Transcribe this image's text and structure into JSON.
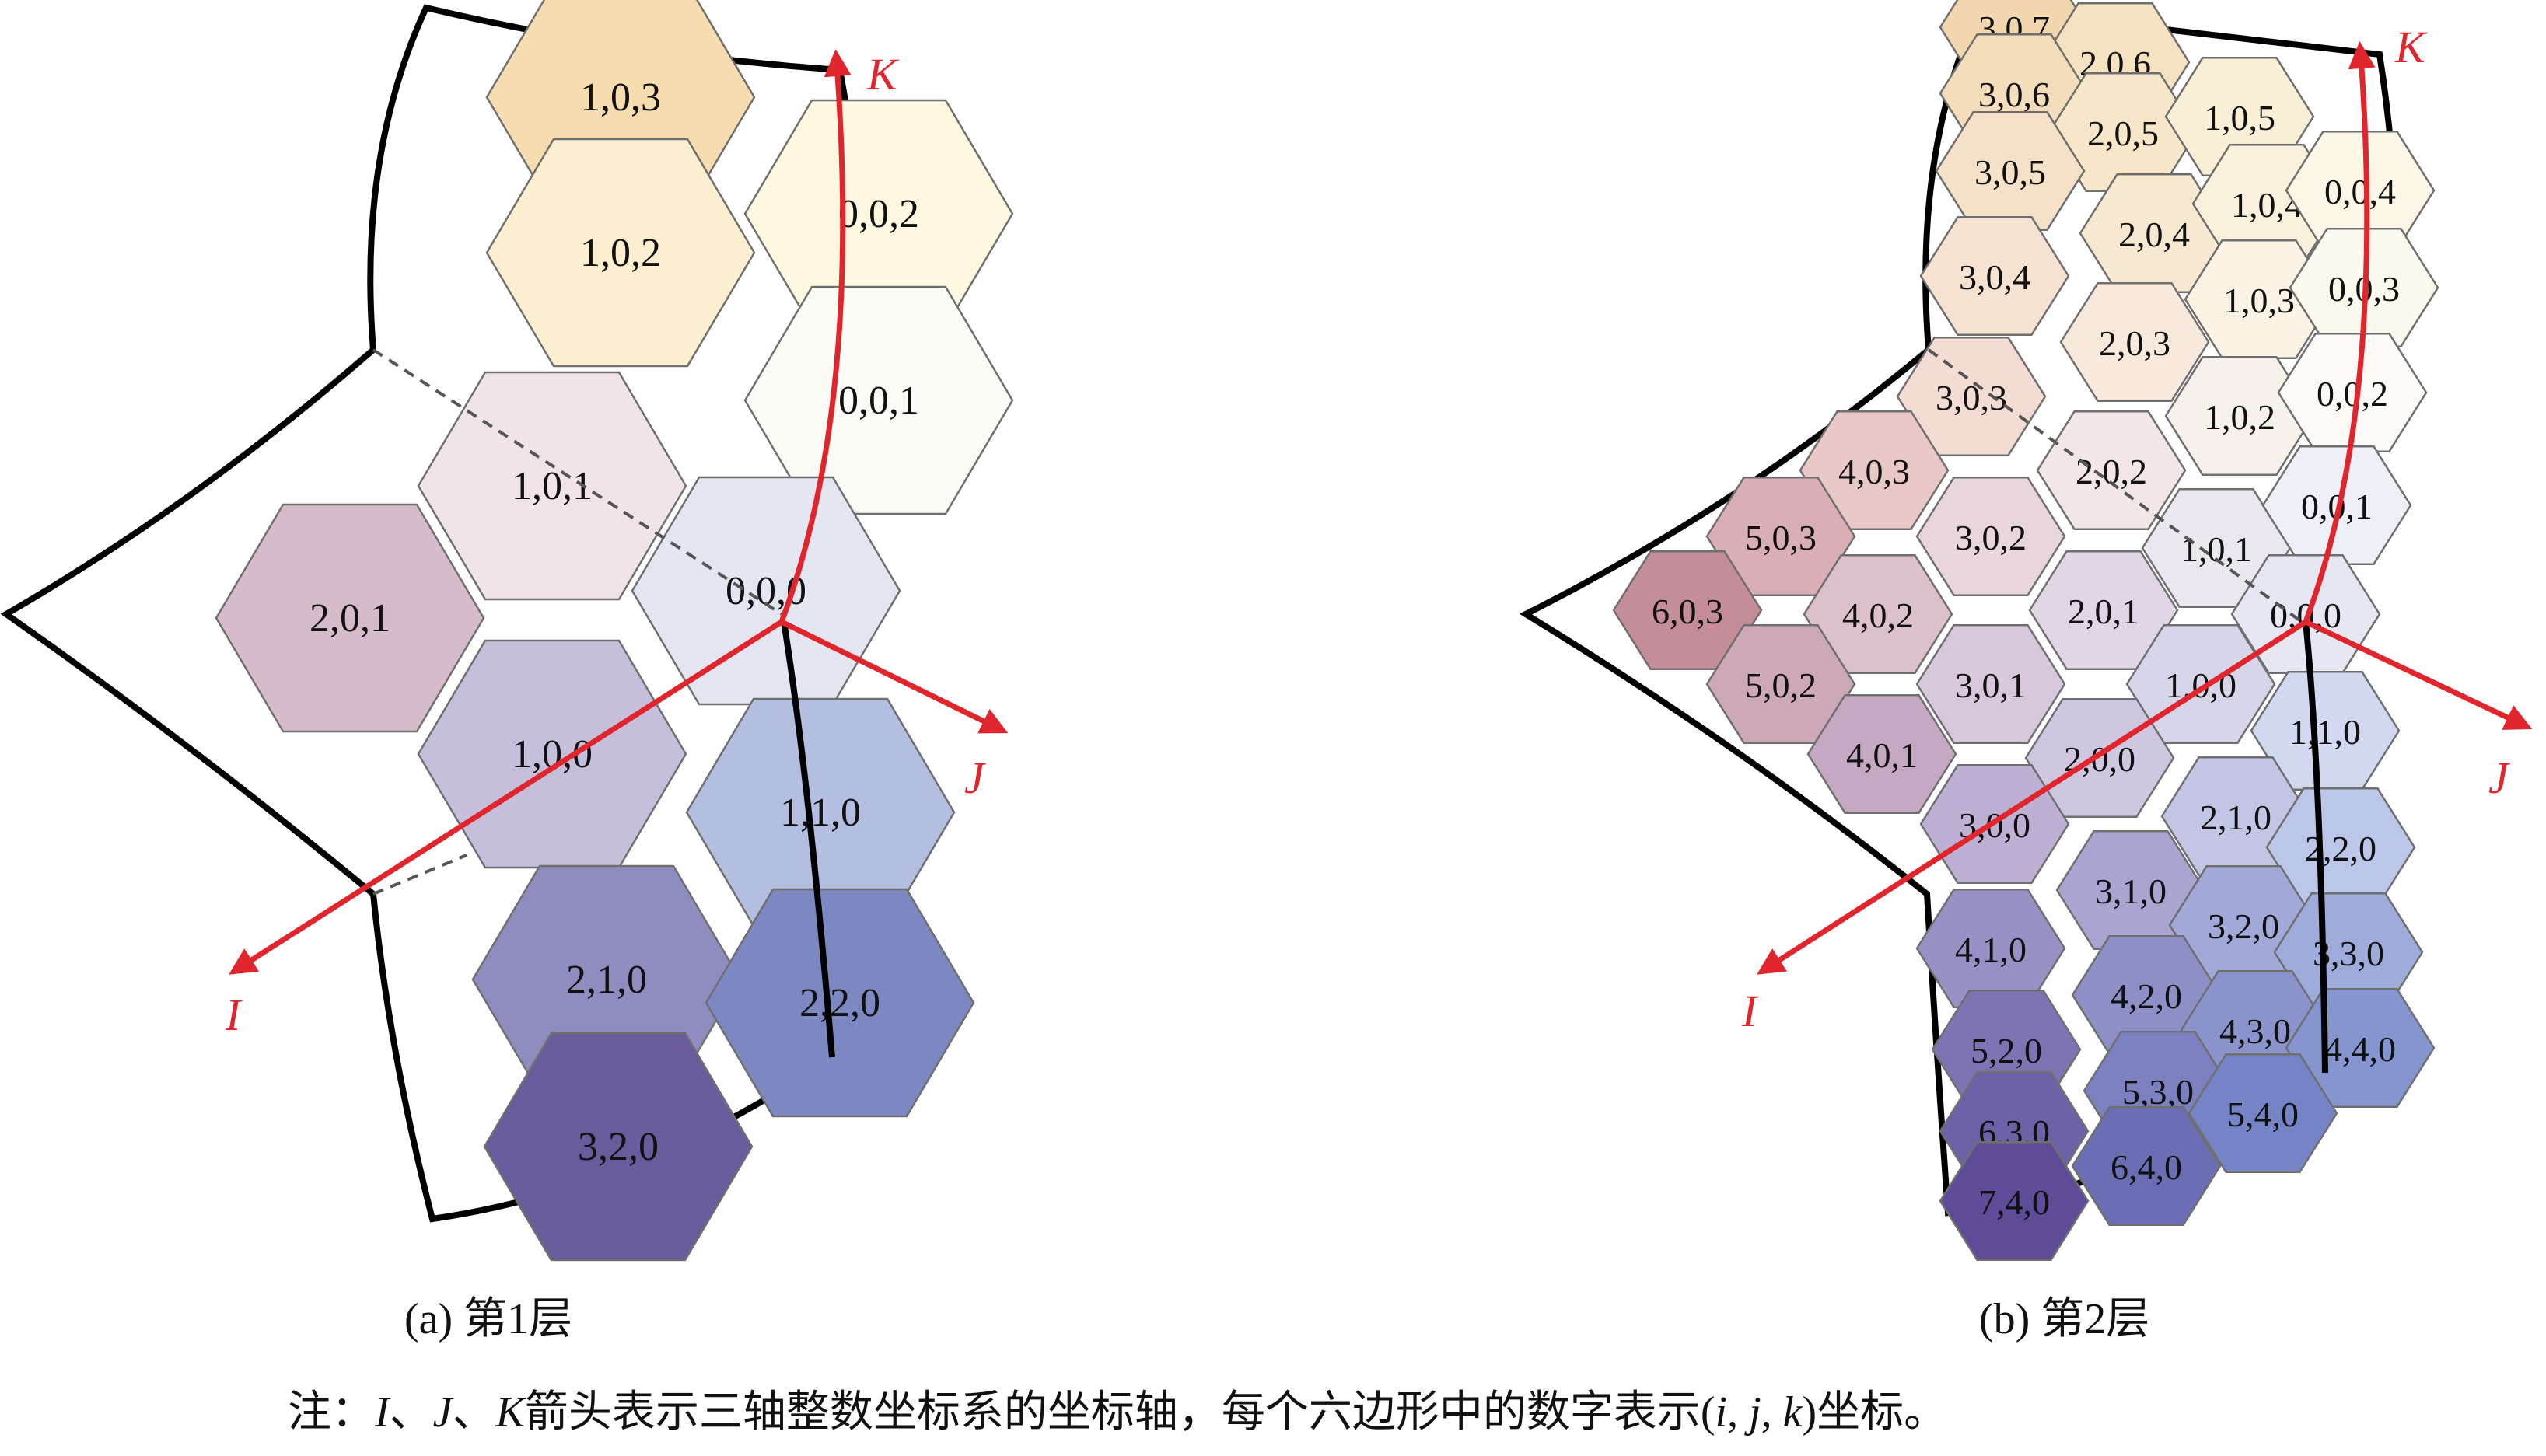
{
  "panels": [
    {
      "caption": "(a) 第1层",
      "axes": {
        "I": "I",
        "J": "J",
        "K": "K"
      },
      "hexagons": [
        {
          "label": "1,0,3",
          "color": "#f6ddb0"
        },
        {
          "label": "1,0,2",
          "color": "#fbefd0"
        },
        {
          "label": "0,0,2",
          "color": "#fdf8df"
        },
        {
          "label": "0,0,1",
          "color": "#fbfbf6"
        },
        {
          "label": "1,0,1",
          "color": "#f1e4e8"
        },
        {
          "label": "2,0,1",
          "color": "#d6bccb"
        },
        {
          "label": "0,0,0",
          "color": "#e3e5f1"
        },
        {
          "label": "1,0,0",
          "color": "#c6bfdc"
        },
        {
          "label": "1,1,0",
          "color": "#b3bee0"
        },
        {
          "label": "2,1,0",
          "color": "#8f8cc0"
        },
        {
          "label": "2,2,0",
          "color": "#7b88c2"
        },
        {
          "label": "3,2,0",
          "color": "#6a5c9c"
        }
      ]
    },
    {
      "caption": "(b) 第2层",
      "axes": {
        "I": "I",
        "J": "J",
        "K": "K"
      },
      "hexagons": [
        {
          "label": "3,0,7",
          "color": "#f1d6ae"
        },
        {
          "label": "2,0,6",
          "color": "#f5e2c0"
        },
        {
          "label": "3,0,6",
          "color": "#f3ddba"
        },
        {
          "label": "2,0,5",
          "color": "#f7e7c8"
        },
        {
          "label": "1,0,5",
          "color": "#f9efd6"
        },
        {
          "label": "3,0,5",
          "color": "#f5e1c8"
        },
        {
          "label": "2,0,4",
          "color": "#f7e8d2"
        },
        {
          "label": "1,0,4",
          "color": "#faf1dc"
        },
        {
          "label": "0,0,4",
          "color": "#fcf6e6"
        },
        {
          "label": "3,0,4",
          "color": "#f6e2d0"
        },
        {
          "label": "2,0,3",
          "color": "#f7eadc"
        },
        {
          "label": "1,0,3",
          "color": "#fbf4e6"
        },
        {
          "label": "0,0,3",
          "color": "#fcf9ef"
        },
        {
          "label": "3,0,3",
          "color": "#f2dcd3"
        },
        {
          "label": "1,0,2",
          "color": "#f7f1ec"
        },
        {
          "label": "0,0,2",
          "color": "#fbfaf6"
        },
        {
          "label": "4,0,3",
          "color": "#e9c9c8"
        },
        {
          "label": "2,0,2",
          "color": "#f2e6e6"
        },
        {
          "label": "5,0,3",
          "color": "#d9aeb4"
        },
        {
          "label": "3,0,2",
          "color": "#e8d6dc"
        },
        {
          "label": "1,0,1",
          "color": "#ebe7ef"
        },
        {
          "label": "0,0,1",
          "color": "#eff0f7"
        },
        {
          "label": "6,0,3",
          "color": "#c48d98"
        },
        {
          "label": "4,0,2",
          "color": "#dcc0cc"
        },
        {
          "label": "2,0,1",
          "color": "#e0d6e6"
        },
        {
          "label": "0,0,0",
          "color": "#e6e7f3"
        },
        {
          "label": "5,0,2",
          "color": "#cda8b8"
        },
        {
          "label": "3,0,1",
          "color": "#d8c8dc"
        },
        {
          "label": "1,0,0",
          "color": "#d6d5ea"
        },
        {
          "label": "1,1,0",
          "color": "#d1d8ef"
        },
        {
          "label": "4,0,1",
          "color": "#c5a9c3"
        },
        {
          "label": "2,0,0",
          "color": "#cfc6e0"
        },
        {
          "label": "3,0,0",
          "color": "#bdb0d3"
        },
        {
          "label": "2,1,0",
          "color": "#c2c5e4"
        },
        {
          "label": "2,2,0",
          "color": "#bcc6e8"
        },
        {
          "label": "3,1,0",
          "color": "#aaa4d0"
        },
        {
          "label": "3,2,0",
          "color": "#a2a8d8"
        },
        {
          "label": "3,3,0",
          "color": "#9eacdc"
        },
        {
          "label": "4,1,0",
          "color": "#9891c6"
        },
        {
          "label": "4,2,0",
          "color": "#8f8fc8"
        },
        {
          "label": "4,3,0",
          "color": "#8a93cc"
        },
        {
          "label": "4,4,0",
          "color": "#8595cf"
        },
        {
          "label": "5,2,0",
          "color": "#7e74b4"
        },
        {
          "label": "5,3,0",
          "color": "#7d80c0"
        },
        {
          "label": "5,4,0",
          "color": "#7584c6"
        },
        {
          "label": "6,3,0",
          "color": "#6d62a8"
        },
        {
          "label": "6,4,0",
          "color": "#6b6eb4"
        },
        {
          "label": "7,4,0",
          "color": "#5e4c98"
        }
      ]
    }
  ],
  "note": {
    "prefix": "注：",
    "axis_i": "I",
    "sep1": "、",
    "axis_j": "J",
    "sep2": "、",
    "axis_k": "K",
    "body": "箭头表示三轴整数坐标系的坐标轴，每个六边形中的数字表示(",
    "coord_i": "i",
    "comma1": ", ",
    "coord_j": "j",
    "comma2": ", ",
    "coord_k": "k",
    "suffix": ")坐标。"
  },
  "colors": {
    "axis": "#e0262c",
    "outline": "#000000"
  }
}
